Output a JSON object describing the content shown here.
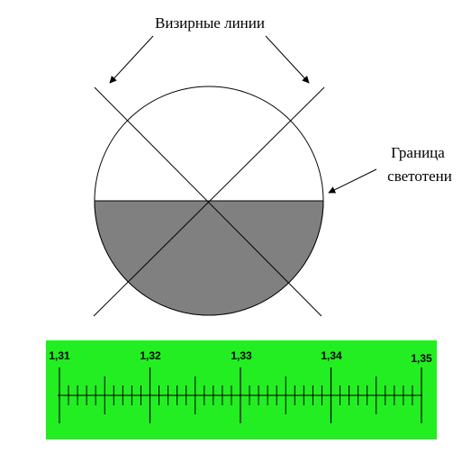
{
  "labels": {
    "sighting_lines": "Визирные линии",
    "boundary_line1": "Граница",
    "boundary_line2": "светотени"
  },
  "scale": {
    "tick_labels": [
      "1,31",
      "1,32",
      "1,33",
      "1,34",
      "1,35"
    ],
    "minor_divisions_per_major": 10,
    "background_color": "#22ee22"
  },
  "colors": {
    "shadow_fill": "#808080",
    "line_color": "#000000"
  }
}
